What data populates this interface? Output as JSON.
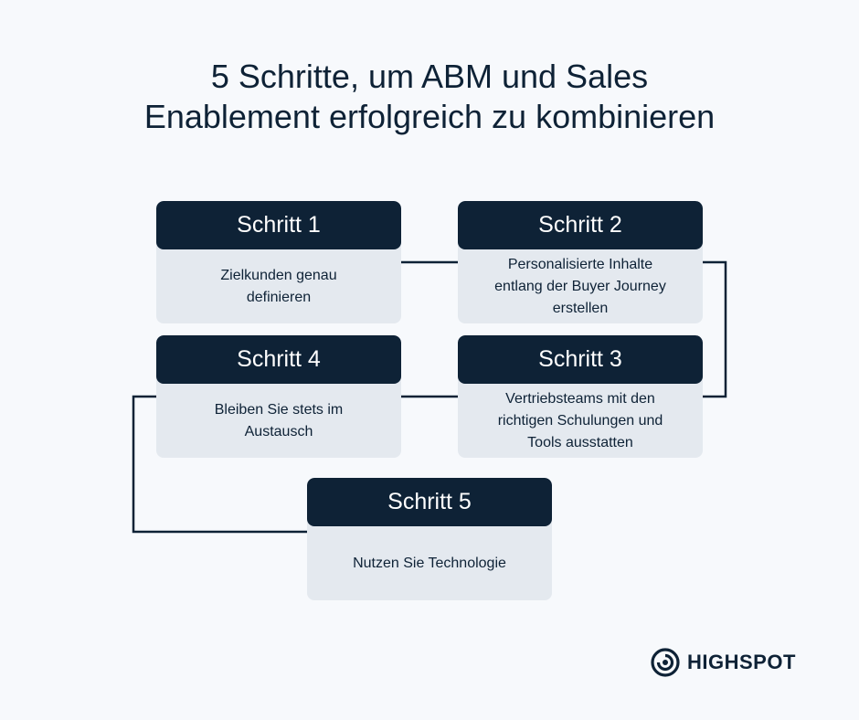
{
  "title": {
    "line1": "5 Schritte, um ABM und Sales",
    "line2": "Enablement erfolgreich zu kombinieren"
  },
  "steps": [
    {
      "heading": "Schritt 1",
      "text_lines": [
        "Zielkunden genau",
        "definieren"
      ]
    },
    {
      "heading": "Schritt 2",
      "text_lines": [
        "Personalisierte Inhalte",
        "entlang der Buyer Journey",
        "erstellen"
      ]
    },
    {
      "heading": "Schritt 3",
      "text_lines": [
        "Vertriebsteams mit den",
        "richtigen Schulungen und",
        "Tools ausstatten"
      ]
    },
    {
      "heading": "Schritt 4",
      "text_lines": [
        "Bleiben Sie stets im",
        "Austausch"
      ]
    },
    {
      "heading": "Schritt 5",
      "text_lines": [
        "Nutzen Sie Technologie"
      ]
    }
  ],
  "logo": {
    "text": "HIGHSPOT",
    "icon": "highspot-logo-icon"
  },
  "colors": {
    "background": "#f7f9fc",
    "navy": "#0e2236",
    "card": "#e4e9ef"
  }
}
